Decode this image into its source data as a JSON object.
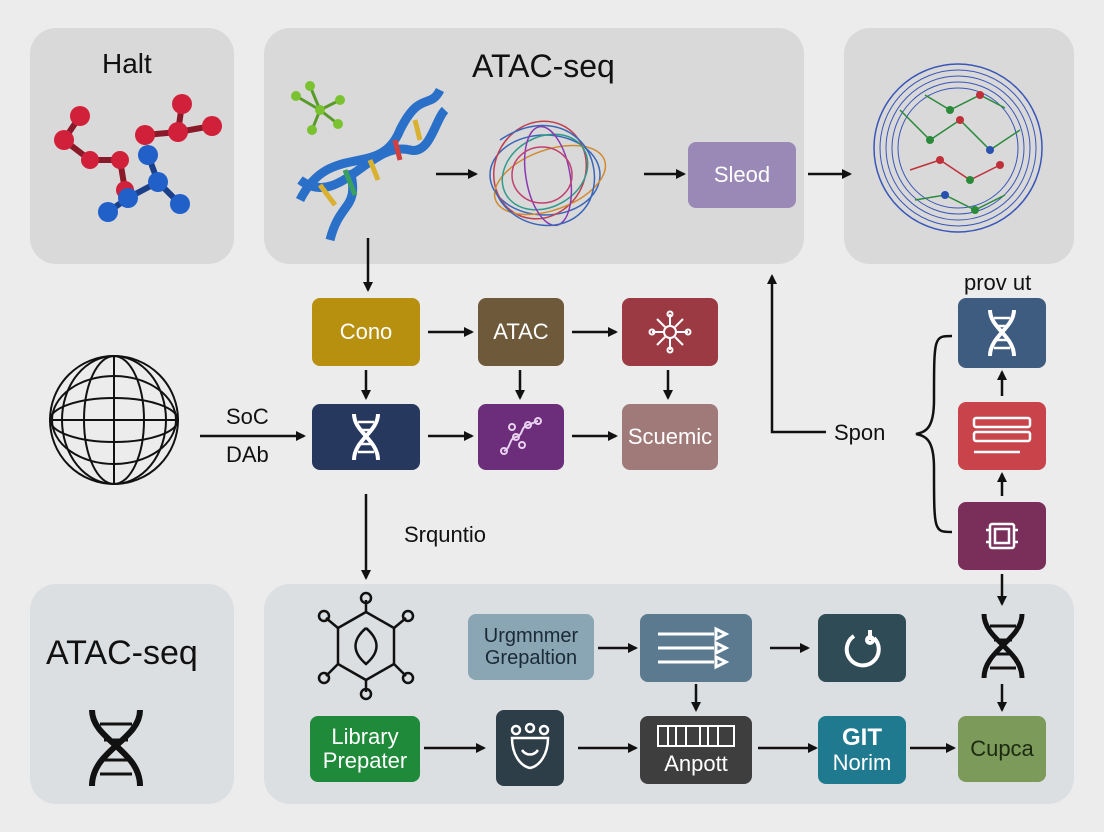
{
  "panels": {
    "top_left_title": "Halt",
    "top_center_title": "ATAC-seq",
    "bottom_left_title": "ATAC-seq"
  },
  "nodes": {
    "sleod": "Sleod",
    "cono": "Cono",
    "atac": "ATAC",
    "scuemic": "Scuemic",
    "ungmnmer_line1": "Urgmnmer",
    "ungmnmer_line2": "Grepaltion",
    "library_line1": "Library",
    "library_line2": "Prepater",
    "anpott": "Anpott",
    "git_line1": "GIT",
    "git_line2": "Norim",
    "cupca": "Cupca"
  },
  "labels": {
    "soc": "SoC",
    "dab": "DAb",
    "srquntio": "Srquntio",
    "spon": "Spon",
    "provut": "prov ut"
  },
  "colors": {
    "cono": "#b8900f",
    "atac": "#6e5a3a",
    "red_node": "#9b3a42",
    "navy": "#27385e",
    "purple": "#6c2e7a",
    "mauve": "#a07a78",
    "lavender": "#9a89b7",
    "steel": "#5b7a90",
    "light_steel": "#8aa5b4",
    "dark_teal": "#2e4b56",
    "green": "#1f8a3a",
    "dark_gray": "#3e3e3e",
    "teal": "#1f7a90",
    "sage": "#7c9a5a",
    "blue_card": "#3d5c80",
    "red_card": "#c9444a",
    "plum": "#7a2e5a"
  }
}
